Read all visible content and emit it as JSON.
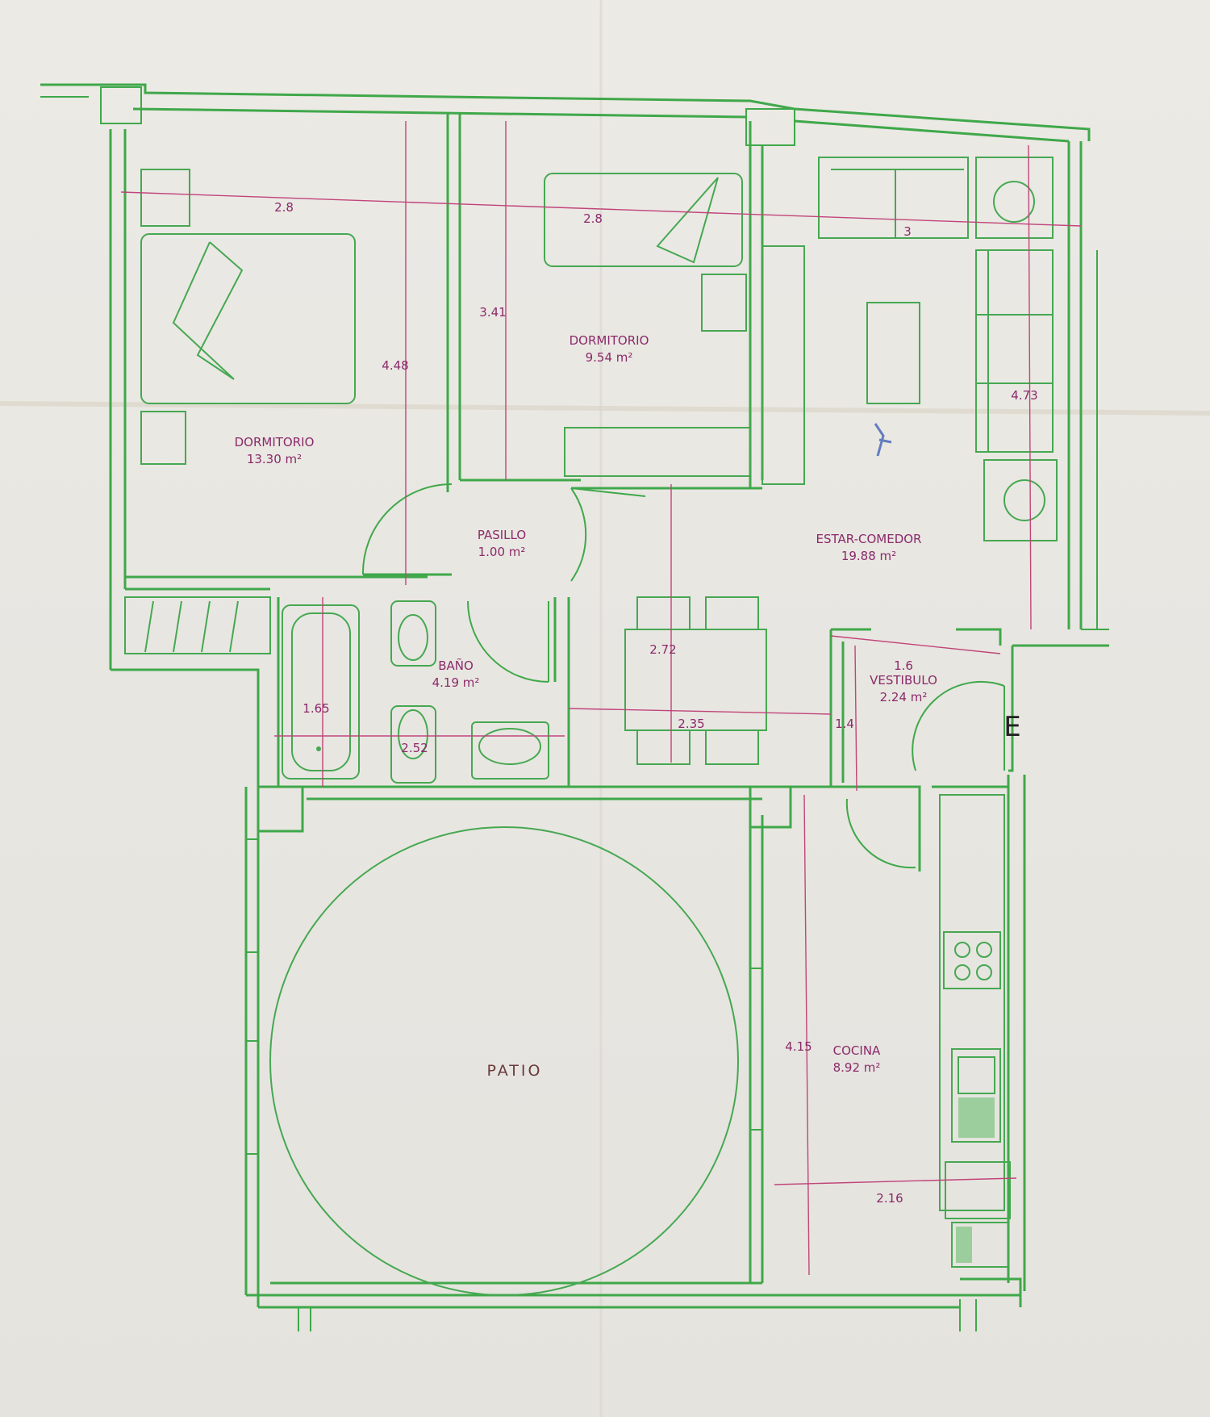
{
  "rooms": [
    {
      "id": "dormitorio-1",
      "name": "DORMITORIO",
      "area": "13.30 m²"
    },
    {
      "id": "dormitorio-2",
      "name": "DORMITORIO",
      "area": "9.54 m²"
    },
    {
      "id": "pasillo",
      "name": "PASILLO",
      "area": "1.00 m²"
    },
    {
      "id": "bano",
      "name": "BAÑO",
      "area": "4.19 m²"
    },
    {
      "id": "estar-comedor",
      "name": "ESTAR-COMEDOR",
      "area": "19.88 m²"
    },
    {
      "id": "vestibulo",
      "name": "VESTIBULO",
      "area": "2.24 m²"
    },
    {
      "id": "cocina",
      "name": "COCINA",
      "area": "8.92 m²"
    }
  ],
  "patio": "PATIO",
  "entry": "E",
  "dimensions": {
    "d1_width": "2.8",
    "d2_width": "2.8",
    "estar_width": "3",
    "d1_height": "4.48",
    "d2_height": "3.41",
    "estar_height": "4.73",
    "comedor_height": "2.72",
    "vestibulo_width": "1.6",
    "vestibulo_height": "1.4",
    "bath_tub": "1.65",
    "bath_width": "2.52",
    "comedor_width": "2.35",
    "cocina_height": "4.15",
    "cocina_width": "2.16"
  },
  "colors": {
    "walls": "#3fa84a",
    "dimensions": "#c0457a",
    "labels": "#8a2a6a",
    "paper": "#e9e8e3"
  }
}
